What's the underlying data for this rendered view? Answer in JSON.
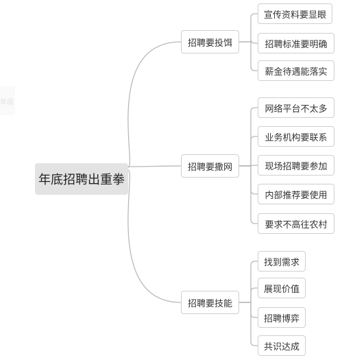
{
  "root": {
    "label": "年底招聘出重拳"
  },
  "ghost_text": "年底",
  "branches": [
    {
      "label": "招聘要投饵",
      "children": [
        "宣传资料要显眼",
        "招聘标准要明确",
        "薪金待遇能落实"
      ]
    },
    {
      "label": "招聘要撒网",
      "children": [
        "网络平台不太多",
        "业务机构要联系",
        "现场招聘要参加",
        "内部推荐要使用",
        "要求不高往农村"
      ]
    },
    {
      "label": "招聘要技能",
      "children": [
        "找到需求",
        "展现价值",
        "招聘博弈",
        "共识达成"
      ]
    }
  ],
  "colors": {
    "line": "#b9b9b9",
    "root_bg": "#e3e3e3",
    "node_border": "#cfcfcf"
  }
}
